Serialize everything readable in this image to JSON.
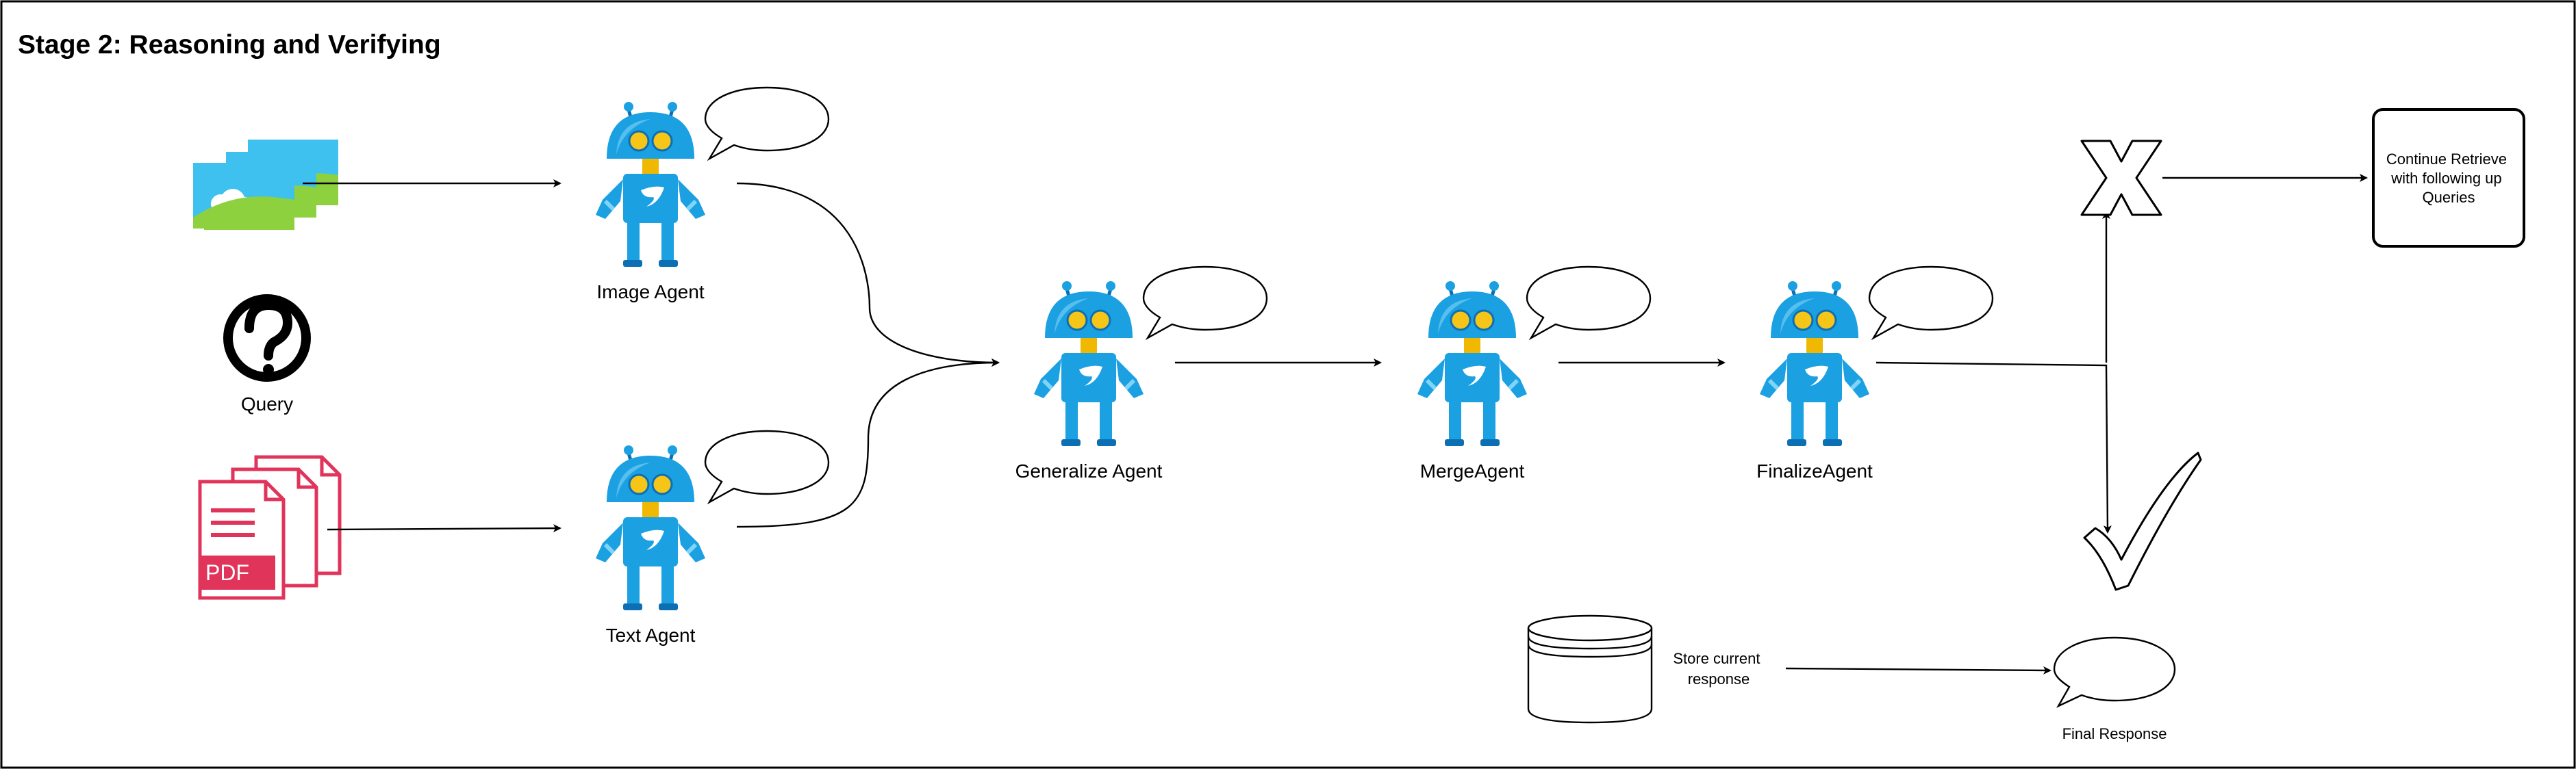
{
  "title": "Stage 2: Reasoning and Verifying",
  "nodes": {
    "query": "Query",
    "image_agent": "Image Agent",
    "text_agent": "Text Agent",
    "generalize_agent": "Generalize Agent",
    "merge_agent": "MergeAgent",
    "finalize_agent": "FinalizeAgent",
    "continue_box": [
      "Continue Retrieve",
      "with following up",
      "Queries"
    ],
    "store": [
      "Store current",
      "response"
    ],
    "final_response": "Final Response",
    "pdf_badge": "PDF"
  },
  "icons": [
    "images-icon",
    "question-icon",
    "pdf-files-icon",
    "robot-icon",
    "speech-bubble-icon",
    "x-mark-icon",
    "check-mark-icon",
    "database-icon"
  ],
  "colors": {
    "robot_body": "#1ba0e2",
    "robot_dark": "#0d6fb3",
    "robot_eye": "#f5c518",
    "robot_neck": "#f0b800",
    "pdf_red": "#e0345b",
    "image_blue": "#3fc1f0",
    "image_green": "#8ed13e"
  }
}
